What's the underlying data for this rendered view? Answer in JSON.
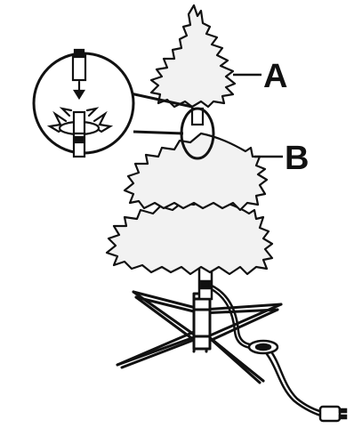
{
  "labels": {
    "section_a": "A",
    "section_b": "B"
  },
  "colors": {
    "outline": "#111111",
    "foliage_fill": "#f2f2f2",
    "background": "#ffffff"
  },
  "parts": {
    "top_section": "section-a",
    "lower_section": "section-b",
    "stand": "x-base-stand",
    "cord": "power-cord-with-plug",
    "detail": "pole-insert-magnifier"
  }
}
